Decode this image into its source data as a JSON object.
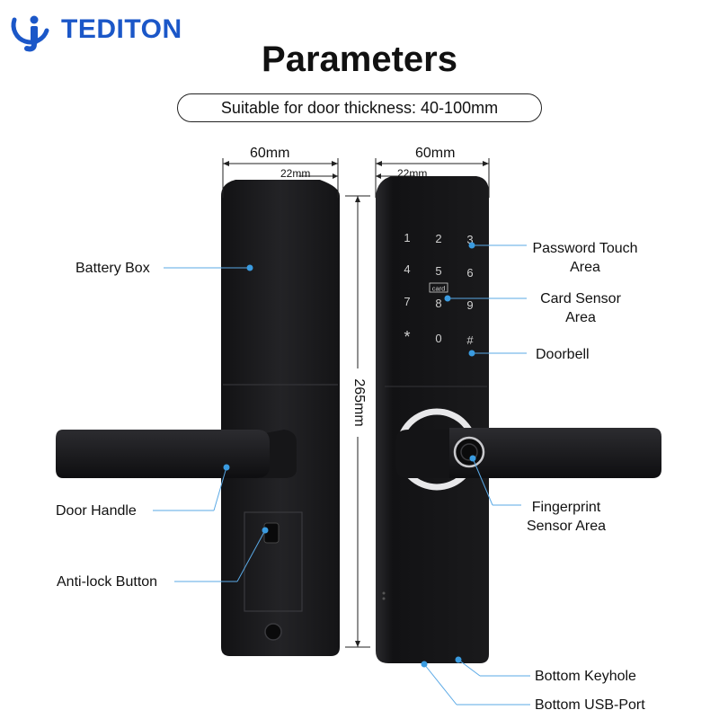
{
  "brand": {
    "name": "TEDITON",
    "accent": "#1b57c8"
  },
  "title": "Parameters",
  "subtitle": "Suitable for door thickness: 40-100mm",
  "dimensions": {
    "left_width": "60mm",
    "left_inner": "22mm",
    "right_width": "60mm",
    "right_inner": "22mm",
    "height": "265mm"
  },
  "keypad": {
    "keys": [
      "1",
      "2",
      "3",
      "4",
      "5",
      "6",
      "7",
      "8",
      "9",
      "*",
      "0",
      "#"
    ],
    "card_label": "card"
  },
  "callouts": {
    "battery_box": "Battery Box",
    "door_handle": "Door Handle",
    "anti_lock": "Anti-lock Button",
    "password_touch_1": "Password Touch",
    "password_touch_2": "Area",
    "card_sensor_1": "Card Sensor",
    "card_sensor_2": "Area",
    "doorbell": "Doorbell",
    "fingerprint_1": "Fingerprint",
    "fingerprint_2": "Sensor Area",
    "bottom_keyhole": "Bottom Keyhole",
    "bottom_usb": "Bottom USB-Port"
  },
  "colors": {
    "device": "#1c1c1e",
    "callout_line": "#5aa9e6",
    "dot": "#3a9be0"
  }
}
